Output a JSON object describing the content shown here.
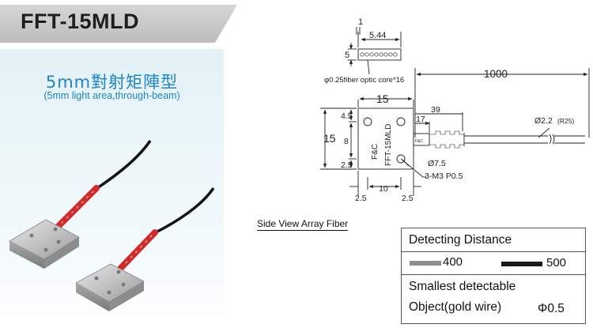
{
  "header": {
    "model": "FFT-15MLD"
  },
  "product": {
    "title_cn": "5mm對射矩陣型",
    "subtitle_en": "(5mm light area,through-beam)"
  },
  "drawing": {
    "top_view": {
      "dim_1": "1",
      "dim_5_44": "5.44",
      "dim_5": "5",
      "fiber_note": "φ0.25fiber optic core*16"
    },
    "body": {
      "width_15": "15",
      "height_15": "15",
      "dim_4_5": "4.5",
      "dim_8": "8",
      "dim_2_5": "2.5",
      "bottom_2_5_left": "2.5",
      "bottom_10": "10",
      "bottom_2_5_right": "2.5",
      "label_brand": "F&C",
      "label_model": "FFT-15MLD",
      "hole_note": "3-M3 P0.5",
      "dia_note": "Ø7.5"
    },
    "cable": {
      "length": "1000",
      "dim_39": "39",
      "dim_17": "17",
      "cable_dia": "Ø2.2",
      "cable_r": "(R25)",
      "cable_brand": "F&C"
    }
  },
  "side_view_label": "Side View Array Fiber",
  "spec": {
    "detecting_distance_label": "Detecting  Distance",
    "legend": [
      {
        "value": "400",
        "color": "#8e8e8e"
      },
      {
        "value": "500",
        "color": "#1a1a1a"
      }
    ],
    "smallest_line1": "Smallest  detectable",
    "smallest_line2": "Object(gold  wire)",
    "smallest_value": "Φ0.5"
  }
}
